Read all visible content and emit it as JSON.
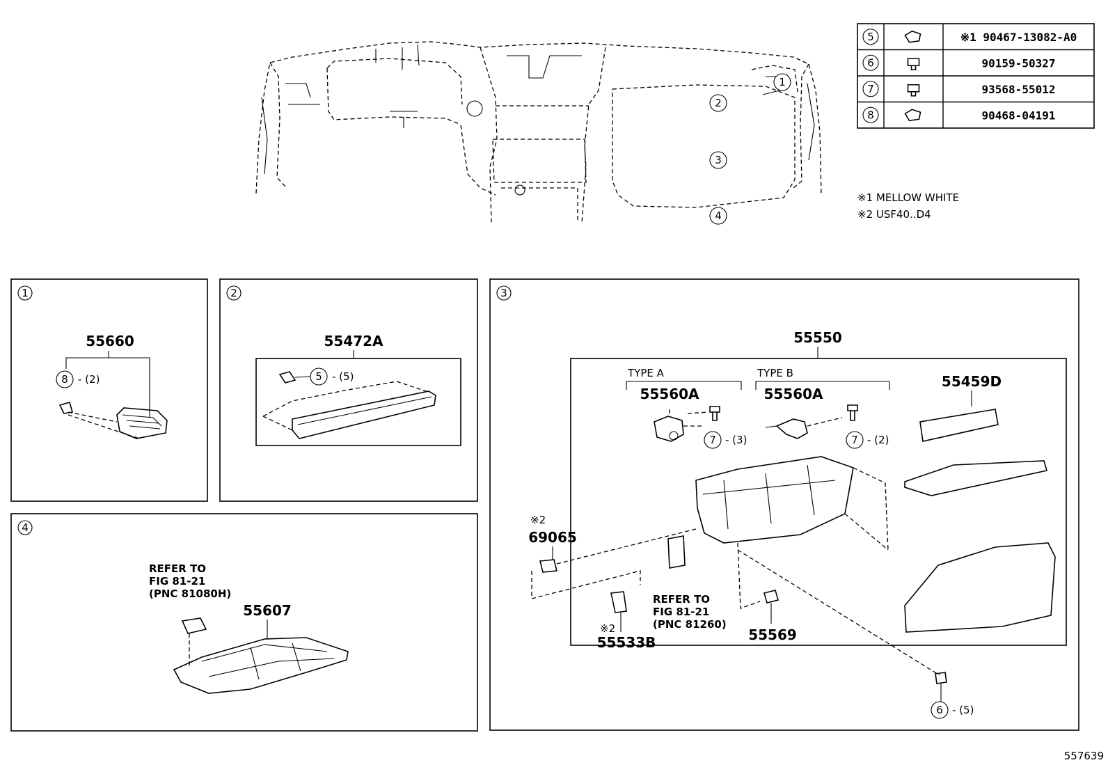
{
  "parts_table": [
    {
      "ref": "5",
      "part_number": "※1 90467-13082-A0",
      "icon": "clip-icon"
    },
    {
      "ref": "6",
      "part_number": "90159-50327",
      "icon": "screw-icon"
    },
    {
      "ref": "7",
      "part_number": "93568-55012",
      "icon": "bolt-icon"
    },
    {
      "ref": "8",
      "part_number": "90468-04191",
      "icon": "clip-icon"
    }
  ],
  "notes": [
    "※1 MELLOW WHITE",
    "※2 USF40..D4"
  ],
  "overview_callouts": [
    "1",
    "2",
    "3",
    "4"
  ],
  "panels": {
    "p1": {
      "num": "1",
      "main": "55660",
      "callout": "8",
      "qty": "- (2)"
    },
    "p2": {
      "num": "2",
      "main": "55472A",
      "callout": "5",
      "qty": "- (5)"
    },
    "p3": {
      "num": "3",
      "main": "55550",
      "type_a": "TYPE A",
      "type_b": "TYPE B",
      "part_a": "55560A",
      "part_b": "55560A",
      "callout_a": "7",
      "qty_a": "- (3)",
      "callout_b": "7",
      "qty_b": "- (2)",
      "part_lid": "55459D",
      "mark_69065": "※2",
      "part_69065": "69065",
      "mark_55533b": "※2",
      "part_55533b": "55533B",
      "refer1": "REFER TO",
      "refer2": "FIG 81-21",
      "refer3": "(PNC 81260)",
      "part_55569": "55569",
      "callout_6": "6",
      "qty_6": "- (5)"
    },
    "p4": {
      "num": "4",
      "main": "55607",
      "refer1": "REFER TO",
      "refer2": "FIG 81-21",
      "refer3": "(PNC 81080H)"
    }
  },
  "figure_id": "557639"
}
